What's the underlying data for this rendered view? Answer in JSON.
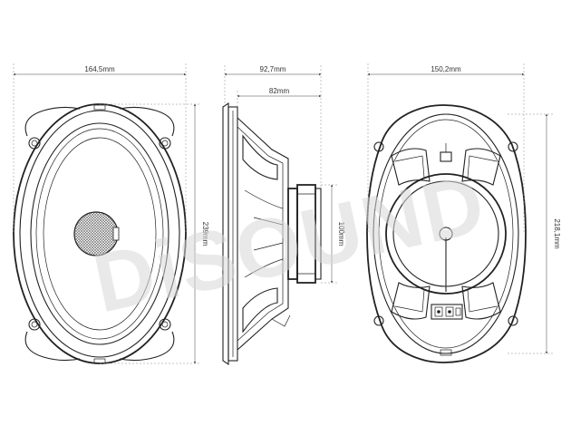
{
  "dimensions": {
    "front_width": "164,5mm",
    "front_height": "239mm",
    "side_depth_total": "92,7mm",
    "side_depth_inner": "82mm",
    "side_magnet": "100mm",
    "rear_width": "150,2mm",
    "rear_height": "218,1mm"
  },
  "watermark": {
    "text": "DiSOUND"
  },
  "colors": {
    "line": "#222222",
    "grille": "#555555",
    "watermark": "#d8d8d8"
  }
}
